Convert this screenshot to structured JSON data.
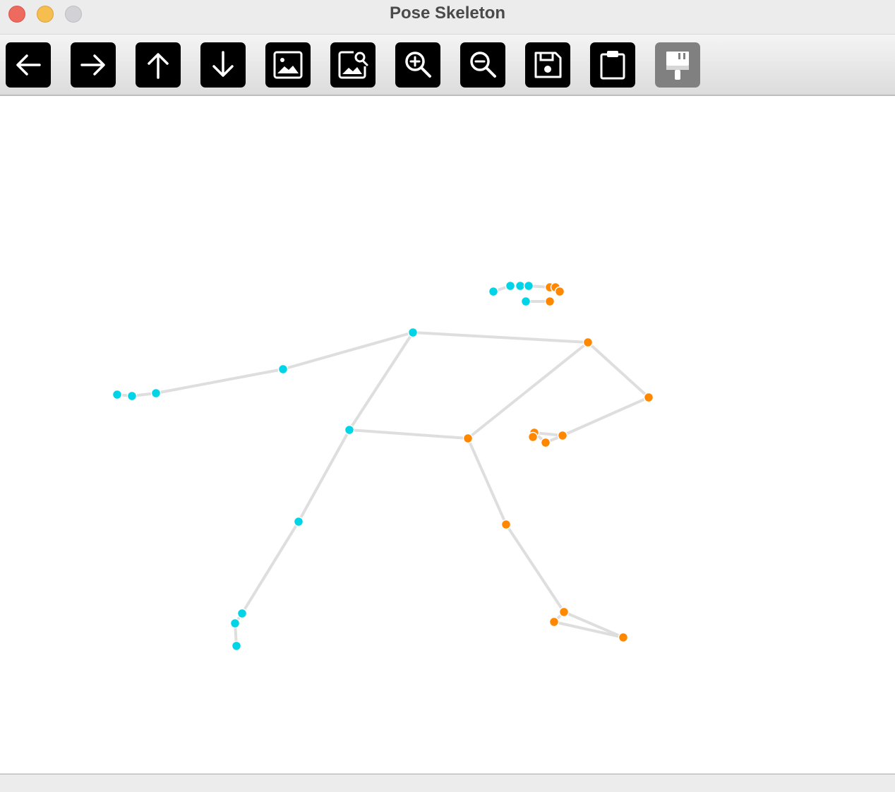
{
  "window": {
    "title": "Pose Skeleton"
  },
  "toolbar": {
    "buttons": [
      {
        "icon": "arrow-left-icon",
        "name": "prev-button",
        "enabled": true
      },
      {
        "icon": "arrow-right-icon",
        "name": "next-button",
        "enabled": true
      },
      {
        "icon": "arrow-up-icon",
        "name": "up-button",
        "enabled": true
      },
      {
        "icon": "arrow-down-icon",
        "name": "down-button",
        "enabled": true
      },
      {
        "icon": "image-icon",
        "name": "image-button",
        "enabled": true
      },
      {
        "icon": "image-search-icon",
        "name": "image-search-button",
        "enabled": true
      },
      {
        "icon": "zoom-in-icon",
        "name": "zoom-in-button",
        "enabled": true
      },
      {
        "icon": "zoom-out-icon",
        "name": "zoom-out-button",
        "enabled": true
      },
      {
        "icon": "save-icon",
        "name": "save-button",
        "enabled": true
      },
      {
        "icon": "clipboard-icon",
        "name": "clipboard-button",
        "enabled": true
      },
      {
        "icon": "paint-brush-icon",
        "name": "paint-button",
        "enabled": false
      }
    ]
  },
  "colors": {
    "left_side": "#00d4e6",
    "right_side": "#ff8800",
    "bone": "#dedede",
    "toolbar_button": "#000000",
    "toolbar_button_disabled": "#808080"
  }
}
